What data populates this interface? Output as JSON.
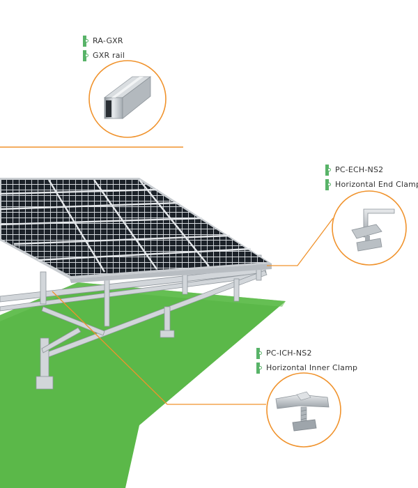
{
  "colors": {
    "accent_line": "#f0922b",
    "marker": "#58b368",
    "ground": "#5bb849",
    "panel": "#1e242b",
    "frame": "#c9cdd1"
  },
  "callouts": [
    {
      "code": "RA-GXR",
      "name": "GXR  rail",
      "icon": "rail-profile-icon"
    },
    {
      "code": "PC-ECH-NS2",
      "name": "Horizontal End Clamp",
      "icon": "end-clamp-icon"
    },
    {
      "code": "PC-ICH-NS2",
      "name": "Horizontal Inner Clamp",
      "icon": "inner-clamp-icon"
    }
  ]
}
